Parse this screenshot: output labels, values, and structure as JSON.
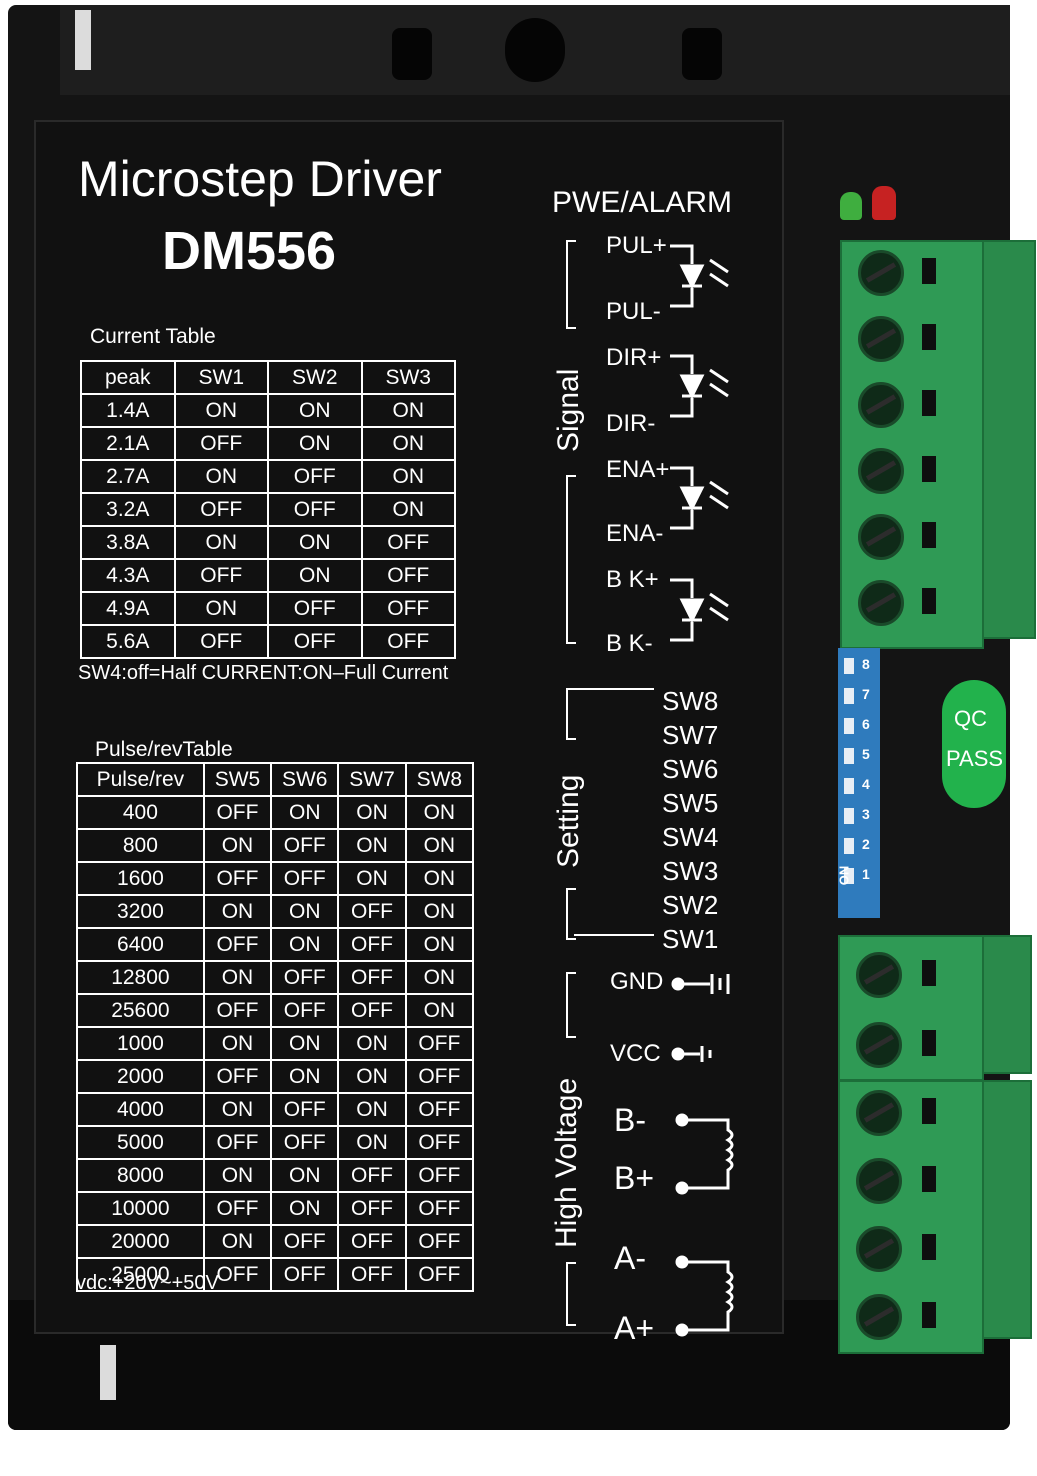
{
  "title": "Microstep Driver",
  "model": "DM556",
  "current_table": {
    "caption": "Current Table",
    "headers": [
      "peak",
      "SW1",
      "SW2",
      "SW3"
    ],
    "rows": [
      [
        "1.4A",
        "ON",
        "ON",
        "ON"
      ],
      [
        "2.1A",
        "OFF",
        "ON",
        "ON"
      ],
      [
        "2.7A",
        "ON",
        "OFF",
        "ON"
      ],
      [
        "3.2A",
        "OFF",
        "OFF",
        "ON"
      ],
      [
        "3.8A",
        "ON",
        "ON",
        "OFF"
      ],
      [
        "4.3A",
        "OFF",
        "ON",
        "OFF"
      ],
      [
        "4.9A",
        "ON",
        "OFF",
        "OFF"
      ],
      [
        "5.6A",
        "OFF",
        "OFF",
        "OFF"
      ]
    ],
    "note": "SW4:off=Half CURRENT:ON–Full Current"
  },
  "pulse_table": {
    "caption": "Pulse/revTable",
    "headers": [
      "Pulse/rev",
      "SW5",
      "SW6",
      "SW7",
      "SW8"
    ],
    "rows": [
      [
        "400",
        "OFF",
        "ON",
        "ON",
        "ON"
      ],
      [
        "800",
        "ON",
        "OFF",
        "ON",
        "ON"
      ],
      [
        "1600",
        "OFF",
        "OFF",
        "ON",
        "ON"
      ],
      [
        "3200",
        "ON",
        "ON",
        "OFF",
        "ON"
      ],
      [
        "6400",
        "OFF",
        "ON",
        "OFF",
        "ON"
      ],
      [
        "12800",
        "ON",
        "OFF",
        "OFF",
        "ON"
      ],
      [
        "25600",
        "OFF",
        "OFF",
        "OFF",
        "ON"
      ],
      [
        "1000",
        "ON",
        "ON",
        "ON",
        "OFF"
      ],
      [
        "2000",
        "OFF",
        "ON",
        "ON",
        "OFF"
      ],
      [
        "4000",
        "ON",
        "OFF",
        "ON",
        "OFF"
      ],
      [
        "5000",
        "OFF",
        "OFF",
        "ON",
        "OFF"
      ],
      [
        "8000",
        "ON",
        "ON",
        "OFF",
        "OFF"
      ],
      [
        "10000",
        "OFF",
        "ON",
        "OFF",
        "OFF"
      ],
      [
        "20000",
        "ON",
        "OFF",
        "OFF",
        "OFF"
      ],
      [
        "25000",
        "OFF",
        "OFF",
        "OFF",
        "OFF"
      ]
    ],
    "note": "vdc:+20V~+50V"
  },
  "right_panel": {
    "alarm_label": "PWE/ALARM",
    "signal_label": "Signal",
    "signal_pins": [
      "PUL+",
      "PUL-",
      "DIR+",
      "DIR-",
      "ENA+",
      "ENA-",
      "B K+",
      "B K-"
    ],
    "setting_label": "Setting",
    "switches": [
      "SW8",
      "SW7",
      "SW6",
      "SW5",
      "SW4",
      "SW3",
      "SW2",
      "SW1"
    ],
    "hv_label": "High Voltage",
    "power_pins": [
      "GND",
      "VCC"
    ],
    "motor_pins": [
      "B-",
      "B+",
      "A-",
      "A+"
    ]
  },
  "dip": {
    "on_text": "ON",
    "numbers": [
      "1",
      "2",
      "3",
      "4",
      "5",
      "6",
      "7",
      "8"
    ]
  },
  "qc_sticker": {
    "line1": "QC",
    "line2": "PASS"
  },
  "colors": {
    "housing": "#141414",
    "terminal": "#2f9a55",
    "dip": "#2f7bbd",
    "led_green": "#3fae3f",
    "led_red": "#c62222",
    "qc": "#22b24c"
  }
}
